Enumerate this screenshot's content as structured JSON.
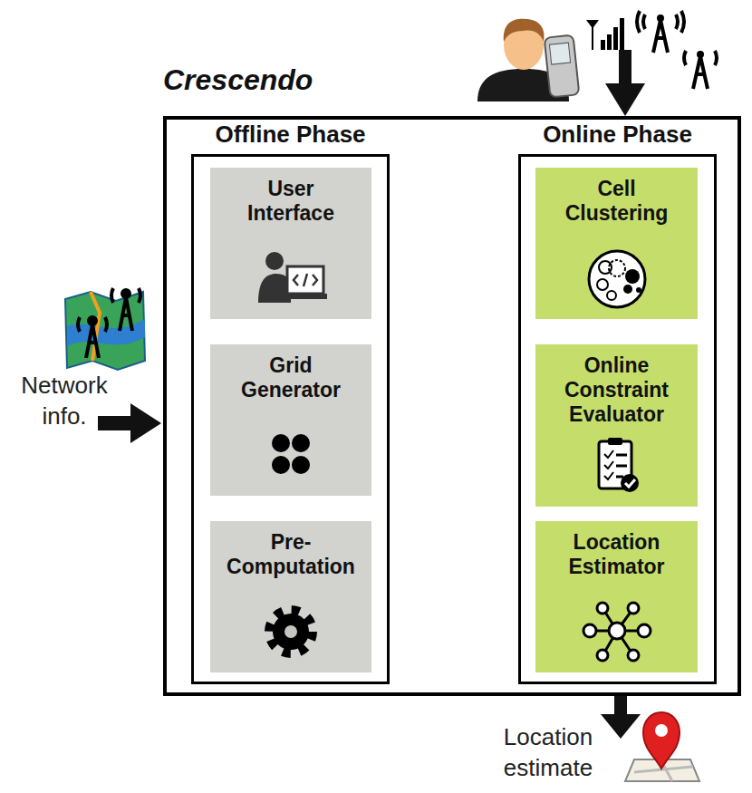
{
  "diagram": {
    "nodes": [
      {
        "text": [
          "Crescendo"
        ]
      },
      {
        "text": [
          "Offline Phase"
        ],
        "in": 0
      },
      {
        "text": [
          "User Interface"
        ],
        "in": 1
      },
      {
        "text": [
          "Grid Generator"
        ],
        "in": 1
      },
      {
        "text": [
          "Pre- Computation"
        ],
        "in": 1
      },
      {
        "text": [
          "Online Phase"
        ],
        "in": 0
      },
      {
        "text": [
          "Cell Clustering"
        ],
        "in": 5
      },
      {
        "text": [
          "Online Constraint Evaluator"
        ],
        "in": 5
      },
      {
        "text": [
          "Location Estimator"
        ],
        "in": 5
      }
    ],
    "edges": [
      {
        "from": 2,
        "to": 3,
        "arrow": "to"
      },
      {
        "from": 3,
        "to": 4,
        "arrow": "to"
      },
      {
        "from": 6,
        "to": 7,
        "arrow": "to"
      },
      {
        "from": 7,
        "to": 8,
        "arrow": "to"
      }
    ],
    "labels": [
      "Network info.",
      "Location estimate"
    ]
  }
}
